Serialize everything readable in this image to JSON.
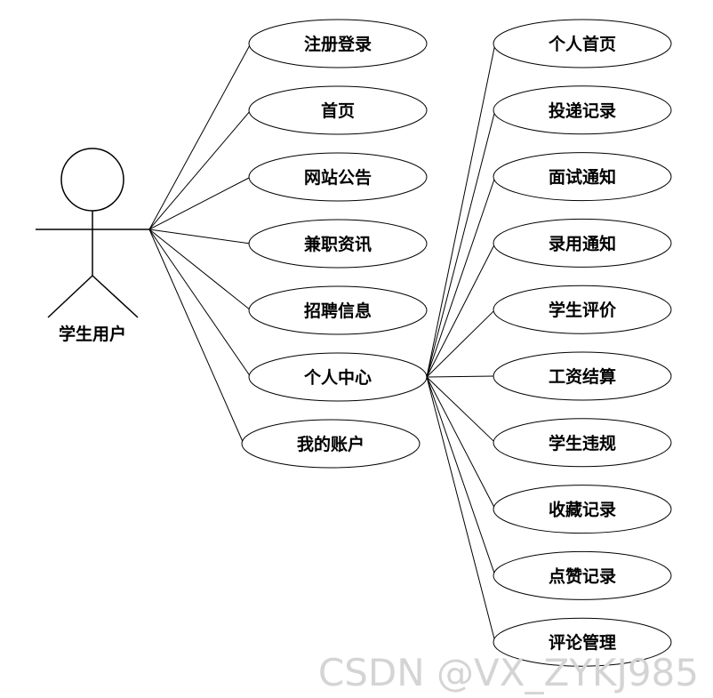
{
  "actor": {
    "label": "学生用户"
  },
  "primary_use_cases": [
    "注册登录",
    "首页",
    "网站公告",
    "兼职资讯",
    "招聘信息",
    "个人中心",
    "我的账户"
  ],
  "personal_center_use_cases": [
    "个人首页",
    "投递记录",
    "面试通知",
    "录用通知",
    "学生评价",
    "工资结算",
    "学生违规",
    "收藏记录",
    "点赞记录",
    "评论管理"
  ],
  "watermark": "CSDN @VX_ZYKJ985"
}
